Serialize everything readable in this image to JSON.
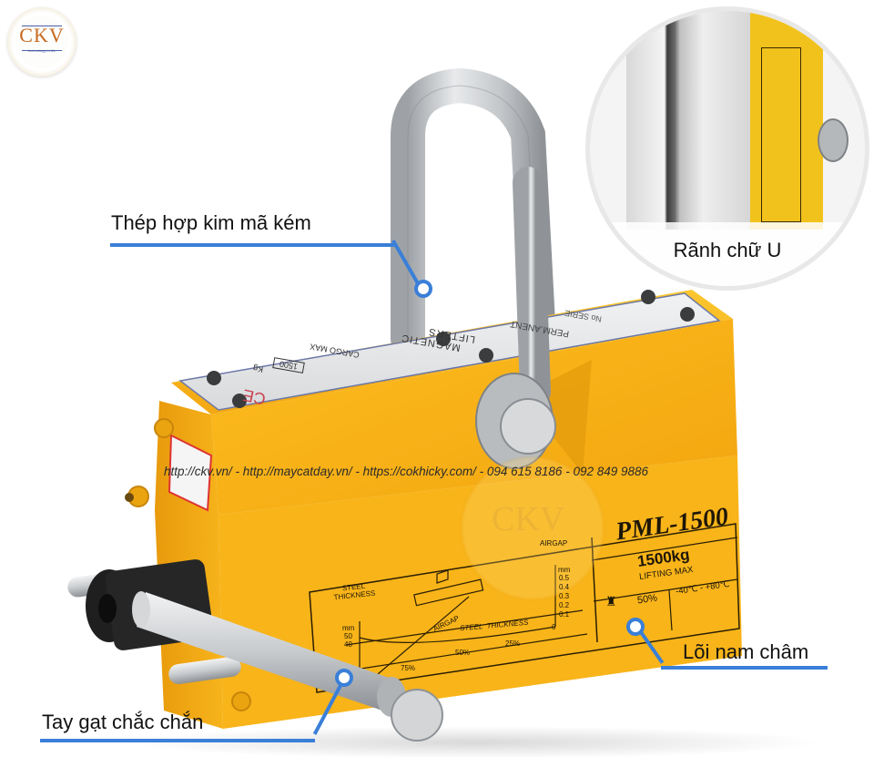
{
  "logo": {
    "text": "CKV",
    "tagline": "technology in life"
  },
  "callouts": {
    "shackle": "Thép hợp kim mã kém",
    "u_groove": "Rãnh chữ U",
    "core": "Lõi nam châm",
    "lever": "Tay gạt chắc chắn"
  },
  "watermark": {
    "text": "http://ckv.vn/ - http://maycatday.vn/ - https://cokhicky.com/ - 094 615 8186 - 092 849 9886",
    "logo_text": "CKV"
  },
  "nameplate": {
    "model": "PML-1500",
    "capacity": "1500kg",
    "capacity_label": "LIFTING MAX",
    "percent": "50%",
    "temperature": "-40℃ - +80℃"
  },
  "top_plate": {
    "line1": "MAGNETIC",
    "line2": "LIFTERS",
    "cargo_label": "CARGO MAX",
    "cargo_value": "1500",
    "cargo_unit": "Kg",
    "serial_label": "No SERIE",
    "perm_label": "PERM.ANENT",
    "ce_mark": "CE"
  },
  "diagram": {
    "steel_thickness_left": "STEEL\nTHICKNESS",
    "airgap_top": "AIRGAP",
    "airgap_mid": "AIRGAP",
    "steel_thickness_axis": "STEEL  THICKNESS",
    "left_unit": "mm",
    "left_ticks": [
      "50",
      "40"
    ],
    "right_unit": "mm",
    "right_ticks": [
      "0.5",
      "0.4",
      "0.3",
      "0.2",
      "0.1"
    ],
    "zero": "0",
    "percent_labels": [
      "75%",
      "50%",
      "25%"
    ]
  },
  "colors": {
    "accent_line": "#3a7fd8",
    "magnet_yellow": "#f6b21a",
    "steel": "#c9cbcd"
  }
}
